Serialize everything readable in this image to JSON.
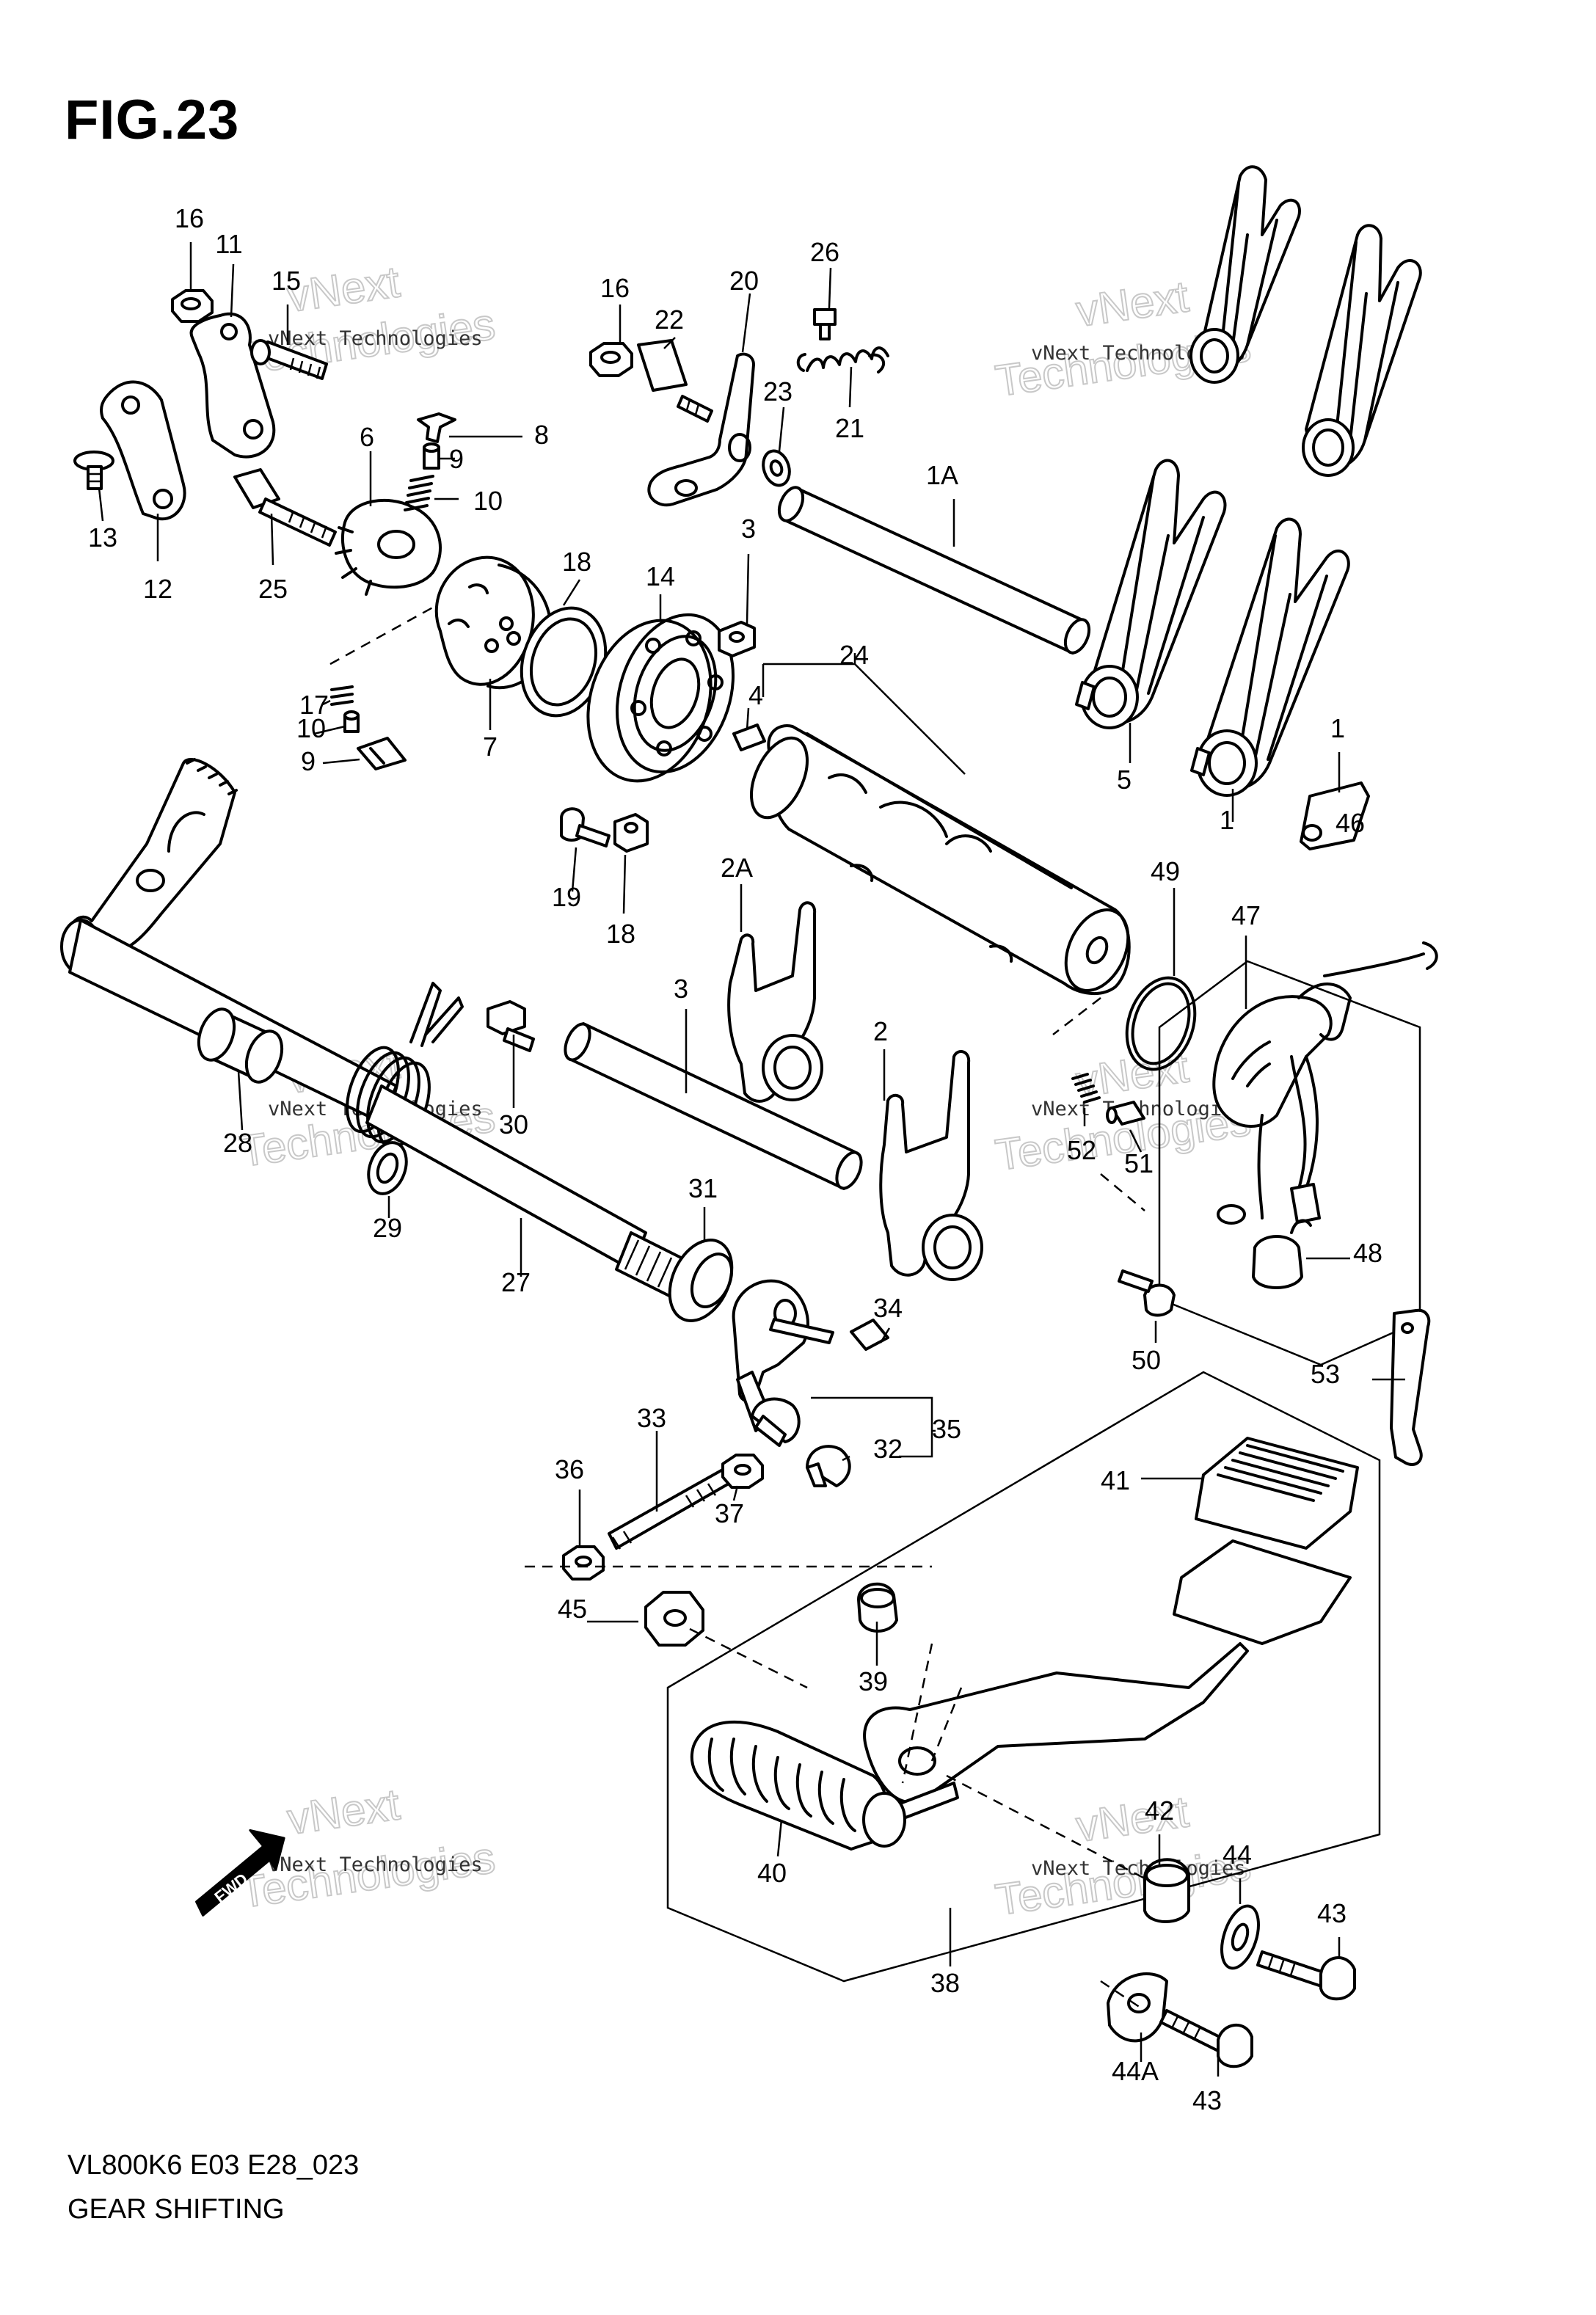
{
  "figure": {
    "title": "FIG.23"
  },
  "footer": {
    "code": "VL800K6 E03 E28_023",
    "title": "GEAR SHIFTING"
  },
  "watermark": {
    "line1": "vNext Technologies",
    "line2": "vNext",
    "line3": "Technologies"
  },
  "direction_tag": "FWD",
  "callouts": [
    "16",
    "11",
    "15",
    "13",
    "12",
    "6",
    "8",
    "9",
    "10",
    "25",
    "16",
    "22",
    "20",
    "26",
    "23",
    "21",
    "1A",
    "3",
    "18",
    "14",
    "17",
    "10",
    "9",
    "7",
    "24",
    "4",
    "5",
    "1",
    "1",
    "46",
    "19",
    "18",
    "2A",
    "49",
    "47",
    "3",
    "2",
    "52",
    "51",
    "28",
    "30",
    "29",
    "31",
    "27",
    "48",
    "34",
    "50",
    "53",
    "35",
    "32",
    "33",
    "36",
    "37",
    "41",
    "45",
    "39",
    "42",
    "44",
    "43",
    "40",
    "44A",
    "43",
    "38"
  ],
  "colors": {
    "line": "#000000",
    "background": "#ffffff",
    "watermark": "#c8c8c8"
  }
}
